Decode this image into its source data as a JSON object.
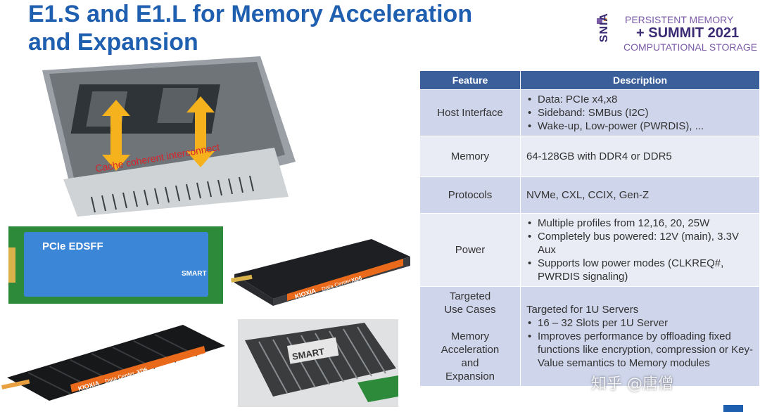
{
  "slide": {
    "title_line1": "E1.S and E1.L for Memory Acceleration",
    "title_line2": "and Expansion"
  },
  "logo": {
    "snia": "SNIA",
    "line1": "PERSISTENT MEMORY",
    "line2": "+ SUMMIT 2021",
    "line3": "COMPUTATIONAL STORAGE"
  },
  "images": {
    "server_annotation": "Cache coherent interconnect",
    "edsff_label": "PCIe EDSFF",
    "edsff_brand": "SMART",
    "kioxia_brand": "KIOXIA",
    "kioxia_model": "Data Center",
    "kioxia_series": "XD6",
    "smart_brand": "SMART"
  },
  "table": {
    "headers": [
      "Feature",
      "Description"
    ],
    "rows": [
      {
        "feature": [
          "Host Interface"
        ],
        "lines": [],
        "bullets": [
          "Data: PCIe x4,x8",
          "Sideband: SMBus (I2C)",
          "Wake-up, Low-power (PWRDIS), ..."
        ]
      },
      {
        "feature": [
          "Memory"
        ],
        "lines": [
          "64-128GB with DDR4 or DDR5"
        ],
        "bullets": []
      },
      {
        "feature": [
          "Protocols"
        ],
        "lines": [
          "NVMe, CXL, CCIX, Gen-Z"
        ],
        "bullets": []
      },
      {
        "feature": [
          "Power"
        ],
        "lines": [],
        "bullets": [
          "Multiple profiles from 12,16, 20, 25W",
          "Completely bus powered: 12V (main), 3.3V Aux",
          "Supports low power modes (CLKREQ#, PWRDIS signaling)"
        ]
      },
      {
        "feature": [
          "Targeted",
          "Use Cases",
          "",
          "Memory",
          "Acceleration",
          "and",
          "Expansion"
        ],
        "lines": [
          "Targeted for 1U Servers"
        ],
        "bullets": [
          "16 – 32 Slots per 1U Server",
          "Improves performance by offloading fixed functions like encryption, compression or Key-Value semantics to Memory modules"
        ]
      }
    ]
  },
  "watermark": "知乎 @唐僧",
  "colors": {
    "title": "#1f5fb0",
    "header_bg": "#3a5f9a",
    "row_odd": "#cfd5ea",
    "row_even": "#e9ebf5",
    "annotation": "#d8232a",
    "arrow": "#f5a623"
  }
}
